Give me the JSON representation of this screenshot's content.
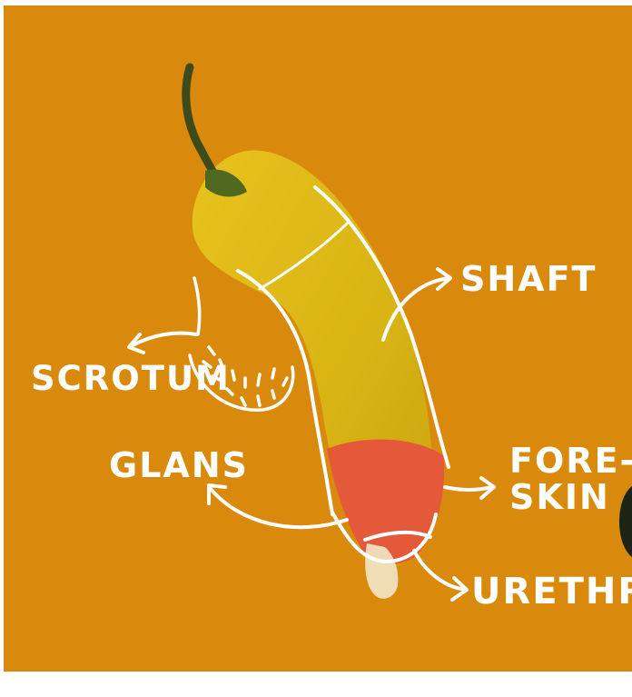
{
  "background_color": "#d98a0c",
  "illustration": {
    "subject": "pepper-with-condom",
    "stroke_color": "#ffffff"
  },
  "labels": {
    "shaft": "SHAFT",
    "scrotum": "SCROTUM",
    "glans": "GLANS",
    "foreskin_line1": "FORE-",
    "foreskin_line2": "SKIN",
    "urethra": "URETHRA"
  }
}
